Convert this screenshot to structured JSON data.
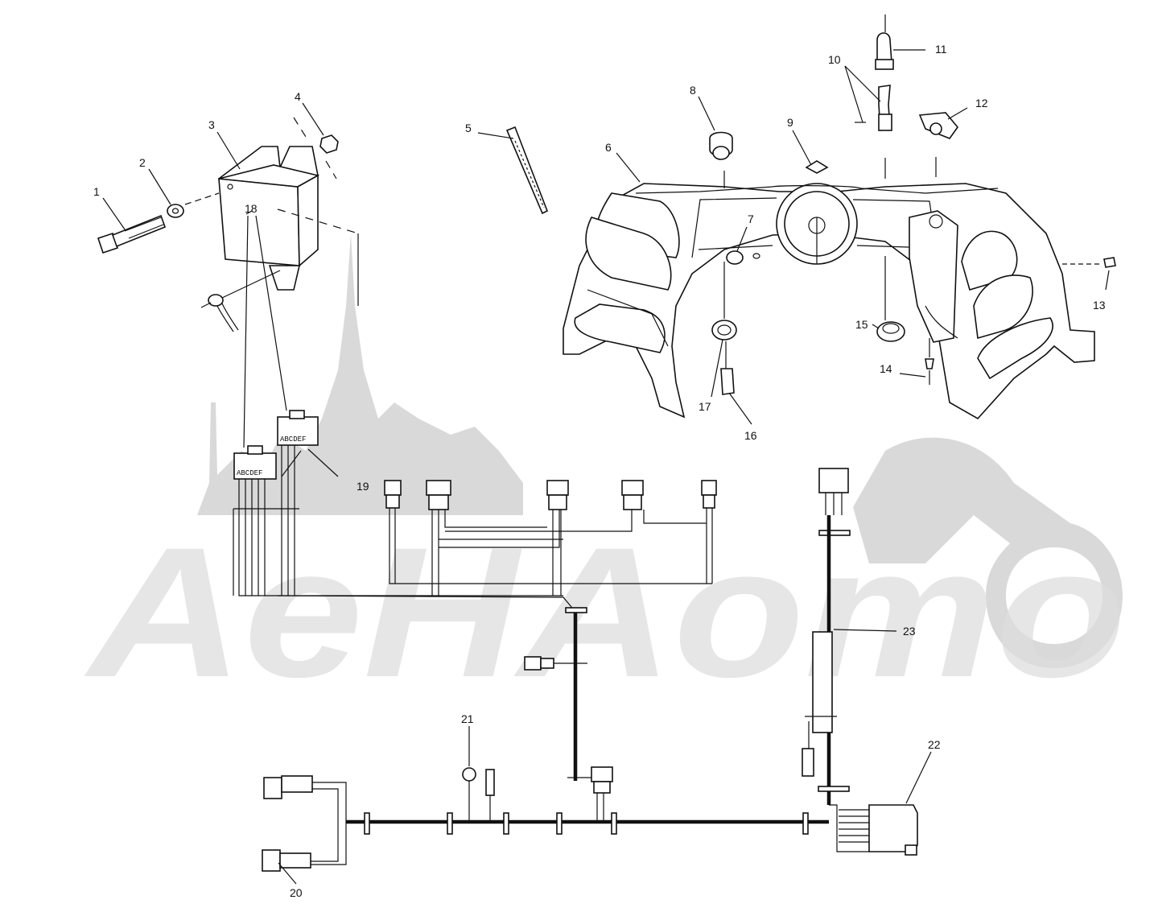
{
  "watermark": {
    "text": "AeHAomo"
  },
  "callouts": [
    {
      "id": "1",
      "text": "1"
    },
    {
      "id": "2",
      "text": "2"
    },
    {
      "id": "3",
      "text": "3"
    },
    {
      "id": "4",
      "text": "4"
    },
    {
      "id": "5",
      "text": "5"
    },
    {
      "id": "6",
      "text": "6"
    },
    {
      "id": "7",
      "text": "7"
    },
    {
      "id": "8",
      "text": "8"
    },
    {
      "id": "9",
      "text": "9"
    },
    {
      "id": "10",
      "text": "10"
    },
    {
      "id": "11",
      "text": "11"
    },
    {
      "id": "12",
      "text": "12"
    },
    {
      "id": "13",
      "text": "13"
    },
    {
      "id": "14",
      "text": "14"
    },
    {
      "id": "15",
      "text": "15"
    },
    {
      "id": "16",
      "text": "16"
    },
    {
      "id": "17",
      "text": "17"
    },
    {
      "id": "18",
      "text": "18"
    },
    {
      "id": "19",
      "text": "19"
    },
    {
      "id": "20",
      "text": "20"
    },
    {
      "id": "21",
      "text": "21"
    },
    {
      "id": "22",
      "text": "22"
    },
    {
      "id": "23",
      "text": "23"
    }
  ],
  "connector_pins": {
    "a": "ABCDEF",
    "b": "ABCDEF"
  }
}
